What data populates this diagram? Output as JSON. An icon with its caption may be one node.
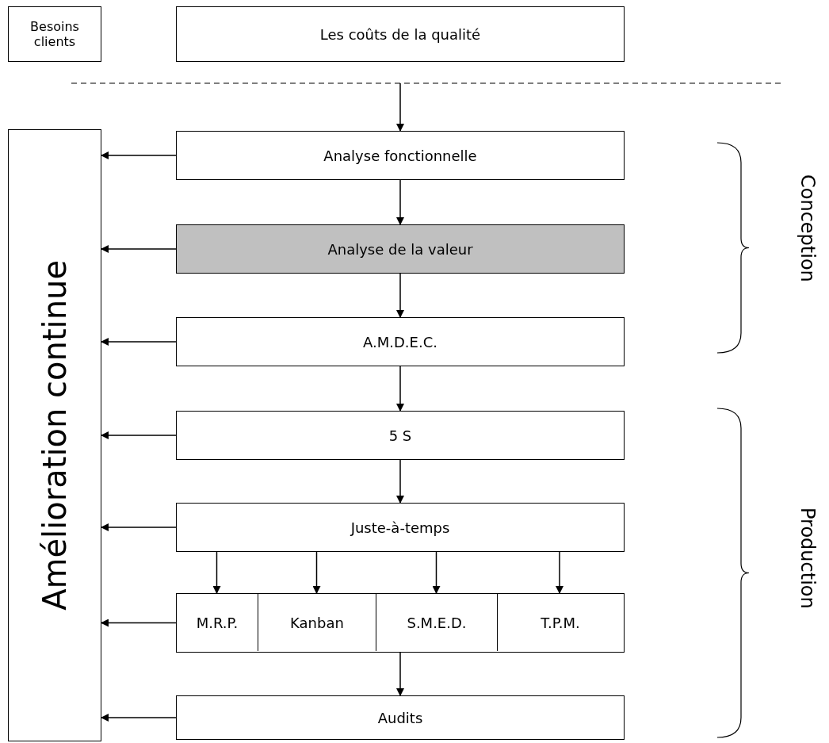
{
  "diagram": {
    "nodes": [
      {
        "text": [
          "Besoins clients"
        ]
      },
      {
        "text": [
          "Les coûts de la qualité"
        ]
      },
      {
        "text": [
          "Amélioration continue"
        ]
      },
      {
        "text": [
          "Analyse fonctionnelle"
        ]
      },
      {
        "text": [
          "Analyse de la valeur"
        ]
      },
      {
        "text": [
          "A.M.D.E.C."
        ]
      },
      {
        "text": [
          "5 S"
        ]
      },
      {
        "text": [
          "Juste-à-temps"
        ]
      },
      {
        "text": [],
        "shape": "box"
      },
      {
        "text": [
          "M.R.P."
        ],
        "in": 8
      },
      {
        "text": [
          "Kanban"
        ],
        "in": 8
      },
      {
        "text": [
          "S.M.E.D."
        ],
        "in": 8
      },
      {
        "text": [
          "T.P.M."
        ],
        "in": 8
      },
      {
        "text": [
          "Audits"
        ]
      }
    ],
    "edges": [
      {
        "from": null,
        "to": 3,
        "arrow": "to"
      },
      {
        "from": 3,
        "to": 4,
        "arrow": "to"
      },
      {
        "from": 4,
        "to": 5,
        "arrow": "to"
      },
      {
        "from": 5,
        "to": 6,
        "arrow": "to"
      },
      {
        "from": 6,
        "to": 7,
        "arrow": "to"
      },
      {
        "from": 7,
        "to": 9,
        "arrow": "to"
      },
      {
        "from": 7,
        "to": 10,
        "arrow": "to"
      },
      {
        "from": 7,
        "to": 11,
        "arrow": "to"
      },
      {
        "from": 7,
        "to": 12,
        "arrow": "to"
      },
      {
        "from": 8,
        "to": 13,
        "arrow": "to"
      },
      {
        "from": 3,
        "to": 2,
        "arrow": "to"
      },
      {
        "from": 4,
        "to": 2,
        "arrow": "to"
      },
      {
        "from": 5,
        "to": 2,
        "arrow": "to"
      },
      {
        "from": 6,
        "to": 2,
        "arrow": "to"
      },
      {
        "from": 7,
        "to": 2,
        "arrow": "to"
      },
      {
        "from": 8,
        "to": 2,
        "arrow": "to"
      },
      {
        "from": 13,
        "to": 2,
        "arrow": "to"
      }
    ],
    "labels": [
      "Conception",
      "Production"
    ]
  }
}
